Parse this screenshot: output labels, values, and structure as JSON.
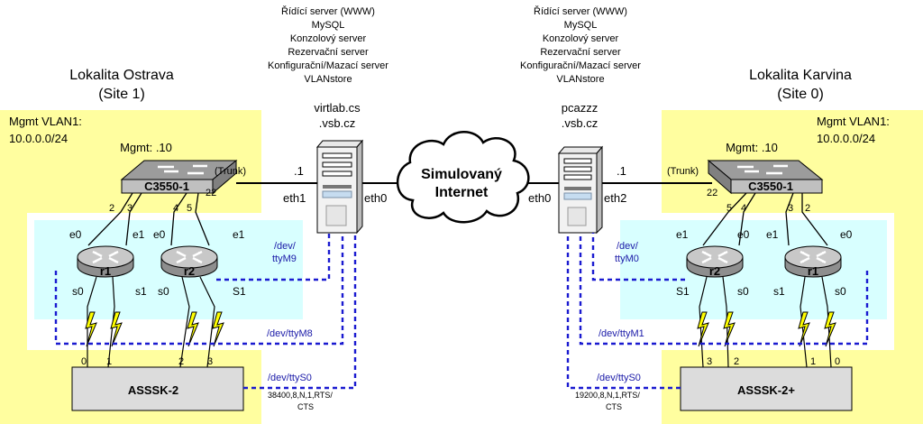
{
  "colors": {
    "mgmt_zone": "#fffe9f",
    "vlan_zone": "#d8ffff",
    "console_link": "#1a1ad0",
    "switch_fill": "#c0c0c0",
    "router_fill": "#b5b5b5",
    "bolt_fill": "#ffff00"
  },
  "left_site": {
    "name": "Lokalita Ostrava",
    "site_id": "(Site 1)",
    "mgmt_vlan": "Mgmt VLAN1:",
    "mgmt_net": "10.0.0.0/24",
    "mgmt_addr": "Mgmt: .10",
    "switch_label": "C3550-1",
    "trunk": "(Trunk)",
    "port22": "22",
    "port2": "2",
    "port3": "3",
    "port4": "4",
    "port5": "5",
    "r1": {
      "label": "r1",
      "e0": "e0",
      "e1": "e1",
      "s0": "s0",
      "s1": "s1"
    },
    "r2": {
      "label": "r2",
      "e0": "e0",
      "e1": "e1",
      "s0": "s0",
      "s1": "S1"
    },
    "asssk_label": "ASSSK-2",
    "asssk_ports": [
      "0",
      "1",
      "2",
      "3"
    ],
    "server_services": [
      "Řídící server (WWW)",
      "MySQL",
      "Konzolový server",
      "Rezervační server",
      "Konfigurační/Mazací server",
      "VLANstore"
    ],
    "server_name_1": "virtlab.cs",
    "server_name_2": ".vsb.cz",
    "eth_in": "eth1",
    "eth_out": "eth0",
    "ip": ".1",
    "tty_r2_1": "/dev/",
    "tty_r2_2": "ttyM9",
    "tty_r1": "/dev/ttyM8",
    "tty_asssk": "/dev/ttyS0",
    "serial_params_1": "38400,8,N,1,RTS/",
    "serial_params_2": "CTS"
  },
  "right_site": {
    "name": "Lokalita Karvina",
    "site_id": "(Site 0)",
    "mgmt_vlan": "Mgmt VLAN1:",
    "mgmt_net": "10.0.0.0/24",
    "mgmt_addr": "Mgmt: .10",
    "switch_label": "C3550-1",
    "trunk": "(Trunk)",
    "port22": "22",
    "port5": "5",
    "port4": "4",
    "port3": "3",
    "port2": "2",
    "r2": {
      "label": "r2",
      "e1": "e1",
      "e0": "e0",
      "s1": "S1",
      "s0": "s0"
    },
    "r1": {
      "label": "r1",
      "e1": "e1",
      "e0": "e0",
      "s1": "s1",
      "s0": "s0"
    },
    "asssk_label": "ASSSK-2+",
    "asssk_ports": [
      "3",
      "2",
      "1",
      "0"
    ],
    "server_services": [
      "Řídící server (WWW)",
      "MySQL",
      "Konzolový server",
      "Rezervační server",
      "Konfigurační/Mazací server",
      "VLANstore"
    ],
    "server_name_1": "pcazzz",
    "server_name_2": ".vsb.cz",
    "eth_in": "eth2",
    "eth_out": "eth0",
    "ip": ".1",
    "tty_r2_1": "/dev/",
    "tty_r2_2": "ttyM0",
    "tty_r1": "/dev/ttyM1",
    "tty_asssk": "/dev/ttyS0",
    "serial_params_1": "19200,8,N,1,RTS/",
    "serial_params_2": "CTS"
  },
  "cloud": {
    "line1": "Simulovaný",
    "line2": "Internet"
  }
}
